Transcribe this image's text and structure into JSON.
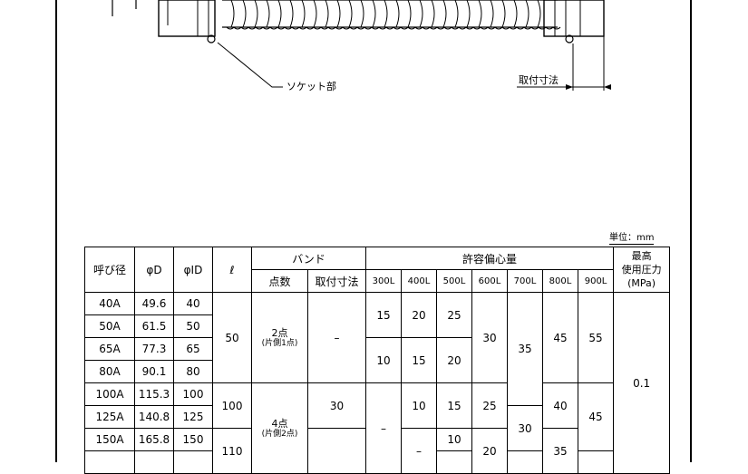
{
  "drawing": {
    "socket_label": "ソケット部",
    "mount_dim_label": "取付寸法"
  },
  "unit_label": "単位：mm",
  "table": {
    "headers": {
      "nominal": "呼び径",
      "od": "φD",
      "id": "φID",
      "ell": "ℓ",
      "band": "バンド",
      "band_points": "点数",
      "band_mount": "取付寸法",
      "offset": "許容偏心量",
      "lengths": [
        "300L",
        "400L",
        "500L",
        "600L",
        "700L",
        "800L",
        "900L"
      ],
      "pressure_line1": "最高",
      "pressure_line2": "使用圧力",
      "pressure_line3": "(MPa)"
    },
    "rows": [
      {
        "nominal": "40A",
        "od": "49.6",
        "id": "40"
      },
      {
        "nominal": "50A",
        "od": "61.5",
        "id": "50"
      },
      {
        "nominal": "65A",
        "od": "77.3",
        "id": "65"
      },
      {
        "nominal": "80A",
        "od": "90.1",
        "id": "80"
      },
      {
        "nominal": "100A",
        "od": "115.3",
        "id": "100"
      },
      {
        "nominal": "125A",
        "od": "140.8",
        "id": "125"
      },
      {
        "nominal": "150A",
        "od": "165.8",
        "id": "150"
      }
    ],
    "ell_group1": "50",
    "ell_group2": "100",
    "ell_group3": "110",
    "band_group1": {
      "points": "2点",
      "note": "(片側1点)",
      "mount": "–"
    },
    "band_group2": {
      "points": "4点",
      "note": "(片側2点)",
      "mount": "30"
    },
    "offset": {
      "g1_300": "15",
      "g1_400": "20",
      "g1_500": "25",
      "g2_300": "10",
      "g2_400": "15",
      "g2_500": "20",
      "g12_600": "30",
      "g12_700": "35",
      "g12_800": "45",
      "g12_900": "55",
      "g3_300": "–",
      "g3_400": "10",
      "g3_500": "15",
      "g3_600": "25",
      "g3_800": "40",
      "g3_900": "45",
      "g3_700": "30",
      "g4_400": "–",
      "g4_500": "10",
      "g4_600": "20",
      "g4_800": "35"
    },
    "pressure": "0.1"
  }
}
